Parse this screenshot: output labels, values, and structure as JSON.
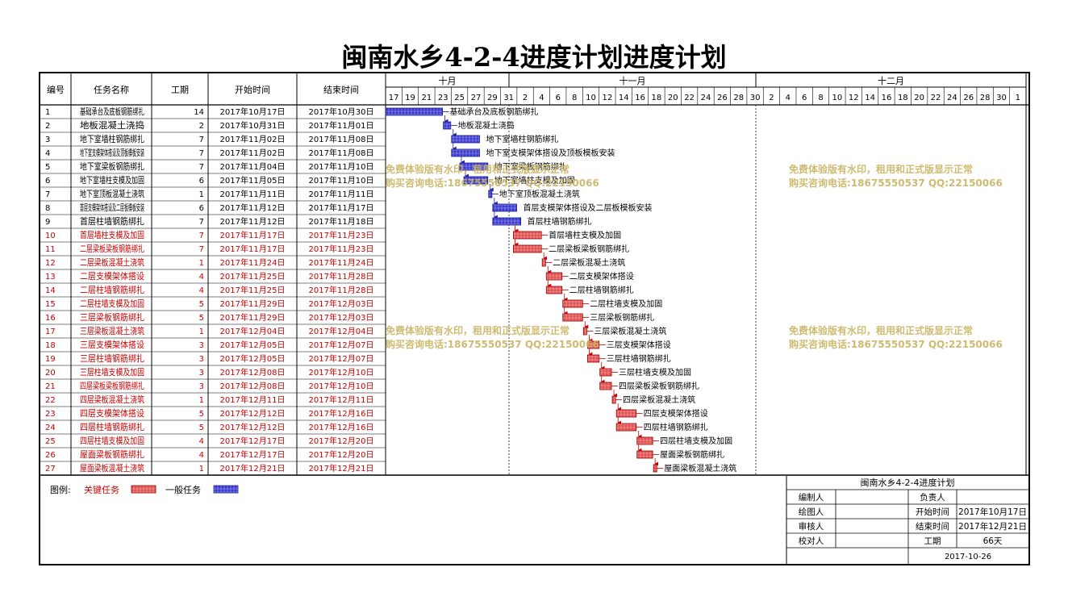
{
  "title": "闽南水乡4-2-4进度计划进度计划",
  "headers": {
    "id": "编号",
    "name": "任务名称",
    "duration": "工期",
    "start": "开始时间",
    "end": "结束时间"
  },
  "timeline": {
    "months": [
      "十月",
      "十一月",
      "十二月"
    ],
    "days": [
      "17",
      "19",
      "21",
      "23",
      "25",
      "27",
      "29",
      "31",
      "2",
      "4",
      "6",
      "8",
      "10",
      "12",
      "14",
      "16",
      "18",
      "20",
      "22",
      "24",
      "26",
      "28",
      "30",
      "2",
      "4",
      "6",
      "8",
      "10",
      "12",
      "14",
      "16",
      "18",
      "20",
      "22",
      "24",
      "26",
      "28",
      "30",
      "1"
    ]
  },
  "chart_data": {
    "type": "gantt",
    "colors": {
      "critical": "#e05050",
      "normal": "#3a3ad0",
      "critical_text": "#cc0000"
    },
    "tasks": [
      {
        "id": "1",
        "name": "基础承台及底板钢筋绑扎",
        "duration": "14",
        "start": "2017年10月17日",
        "end": "2017年10月30日",
        "critical": false
      },
      {
        "id": "2",
        "name": "地板混凝土浇捣",
        "duration": "2",
        "start": "2017年10月31日",
        "end": "2017年11月01日",
        "critical": false
      },
      {
        "id": "3",
        "name": "地下室墙柱钢筋绑扎",
        "duration": "7",
        "start": "2017年11月02日",
        "end": "2017年11月08日",
        "critical": false
      },
      {
        "id": "4",
        "name": "地下室支模架体搭设及顶板模板安装",
        "duration": "7",
        "start": "2017年11月02日",
        "end": "2017年11月08日",
        "critical": false
      },
      {
        "id": "5",
        "name": "地下室梁板钢筋绑扎",
        "duration": "7",
        "start": "2017年11月04日",
        "end": "2017年11月10日",
        "critical": false
      },
      {
        "id": "6",
        "name": "地下室墙柱支模及加固",
        "duration": "6",
        "start": "2017年11月05日",
        "end": "2017年11月10日",
        "critical": false
      },
      {
        "id": "7",
        "name": "地下室顶板混凝土浇筑",
        "duration": "1",
        "start": "2017年11月11日",
        "end": "2017年11月11日",
        "critical": false
      },
      {
        "id": "8",
        "name": "首层支模架体搭设及二层板模板安装",
        "duration": "6",
        "start": "2017年11月12日",
        "end": "2017年11月17日",
        "critical": false
      },
      {
        "id": "9",
        "name": "首层柱墙钢筋绑扎",
        "duration": "7",
        "start": "2017年11月12日",
        "end": "2017年11月18日",
        "critical": false
      },
      {
        "id": "10",
        "name": "首层墙柱支模及加固",
        "duration": "7",
        "start": "2017年11月17日",
        "end": "2017年11月23日",
        "critical": true
      },
      {
        "id": "11",
        "name": "二层梁板梁板钢筋绑扎",
        "duration": "7",
        "start": "2017年11月17日",
        "end": "2017年11月23日",
        "critical": true
      },
      {
        "id": "12",
        "name": "二层梁板混凝土浇筑",
        "duration": "1",
        "start": "2017年11月24日",
        "end": "2017年11月24日",
        "critical": true
      },
      {
        "id": "13",
        "name": "二层支模架体搭设",
        "duration": "4",
        "start": "2017年11月25日",
        "end": "2017年11月28日",
        "critical": true
      },
      {
        "id": "14",
        "name": "二层柱墙钢筋绑扎",
        "duration": "4",
        "start": "2017年11月25日",
        "end": "2017年11月28日",
        "critical": true
      },
      {
        "id": "15",
        "name": "二层柱墙支模及加固",
        "duration": "5",
        "start": "2017年11月29日",
        "end": "2017年12月03日",
        "critical": true
      },
      {
        "id": "16",
        "name": "三层梁板钢筋绑扎",
        "duration": "5",
        "start": "2017年11月29日",
        "end": "2017年12月03日",
        "critical": true
      },
      {
        "id": "17",
        "name": "三层梁板混凝土浇筑",
        "duration": "1",
        "start": "2017年12月04日",
        "end": "2017年12月04日",
        "critical": true
      },
      {
        "id": "18",
        "name": "三层支模架体搭设",
        "duration": "3",
        "start": "2017年12月05日",
        "end": "2017年12月07日",
        "critical": true
      },
      {
        "id": "19",
        "name": "三层柱墙钢筋绑扎",
        "duration": "3",
        "start": "2017年12月05日",
        "end": "2017年12月07日",
        "critical": true
      },
      {
        "id": "20",
        "name": "三层柱墙支模及加固",
        "duration": "3",
        "start": "2017年12月08日",
        "end": "2017年12月10日",
        "critical": true
      },
      {
        "id": "21",
        "name": "四层梁板梁板钢筋绑扎",
        "duration": "3",
        "start": "2017年12月08日",
        "end": "2017年12月10日",
        "critical": true
      },
      {
        "id": "22",
        "name": "四层梁板混凝土浇筑",
        "duration": "1",
        "start": "2017年12月11日",
        "end": "2017年12月11日",
        "critical": true
      },
      {
        "id": "23",
        "name": "四层支模架体搭设",
        "duration": "5",
        "start": "2017年12月12日",
        "end": "2017年12月16日",
        "critical": true
      },
      {
        "id": "24",
        "name": "四层柱墙钢筋绑扎",
        "duration": "5",
        "start": "2017年12月12日",
        "end": "2017年12月16日",
        "critical": true
      },
      {
        "id": "25",
        "name": "四层柱墙支模及加固",
        "duration": "4",
        "start": "2017年12月17日",
        "end": "2017年12月20日",
        "critical": true
      },
      {
        "id": "26",
        "name": "屋面梁板钢筋绑扎",
        "duration": "4",
        "start": "2017年12月17日",
        "end": "2017年12月20日",
        "critical": true
      },
      {
        "id": "27",
        "name": "屋面梁板混凝土浇筑",
        "duration": "1",
        "start": "2017年12月21日",
        "end": "2017年12月21日",
        "critical": true
      }
    ]
  },
  "watermark": {
    "line1": "免费体验版有水印，租用和正式版显示正常",
    "line2": "购买咨询电话:18675550537 QQ:22150066"
  },
  "legend": {
    "label": "图例:",
    "critical": "关键任务",
    "normal": "一般任务"
  },
  "info": {
    "title": "闽南水乡4-2-4进度计划",
    "editor_label": "编制人",
    "owner_label": "负责人",
    "drawer_label": "绘图人",
    "start_label": "开始时间",
    "start_value": "2017年10月17日",
    "reviewer_label": "审核人",
    "end_label": "结束时间",
    "end_value": "2017年12月21日",
    "checker_label": "校对人",
    "duration_label": "工期",
    "duration_value": "66天",
    "date": "2017-10-26"
  }
}
